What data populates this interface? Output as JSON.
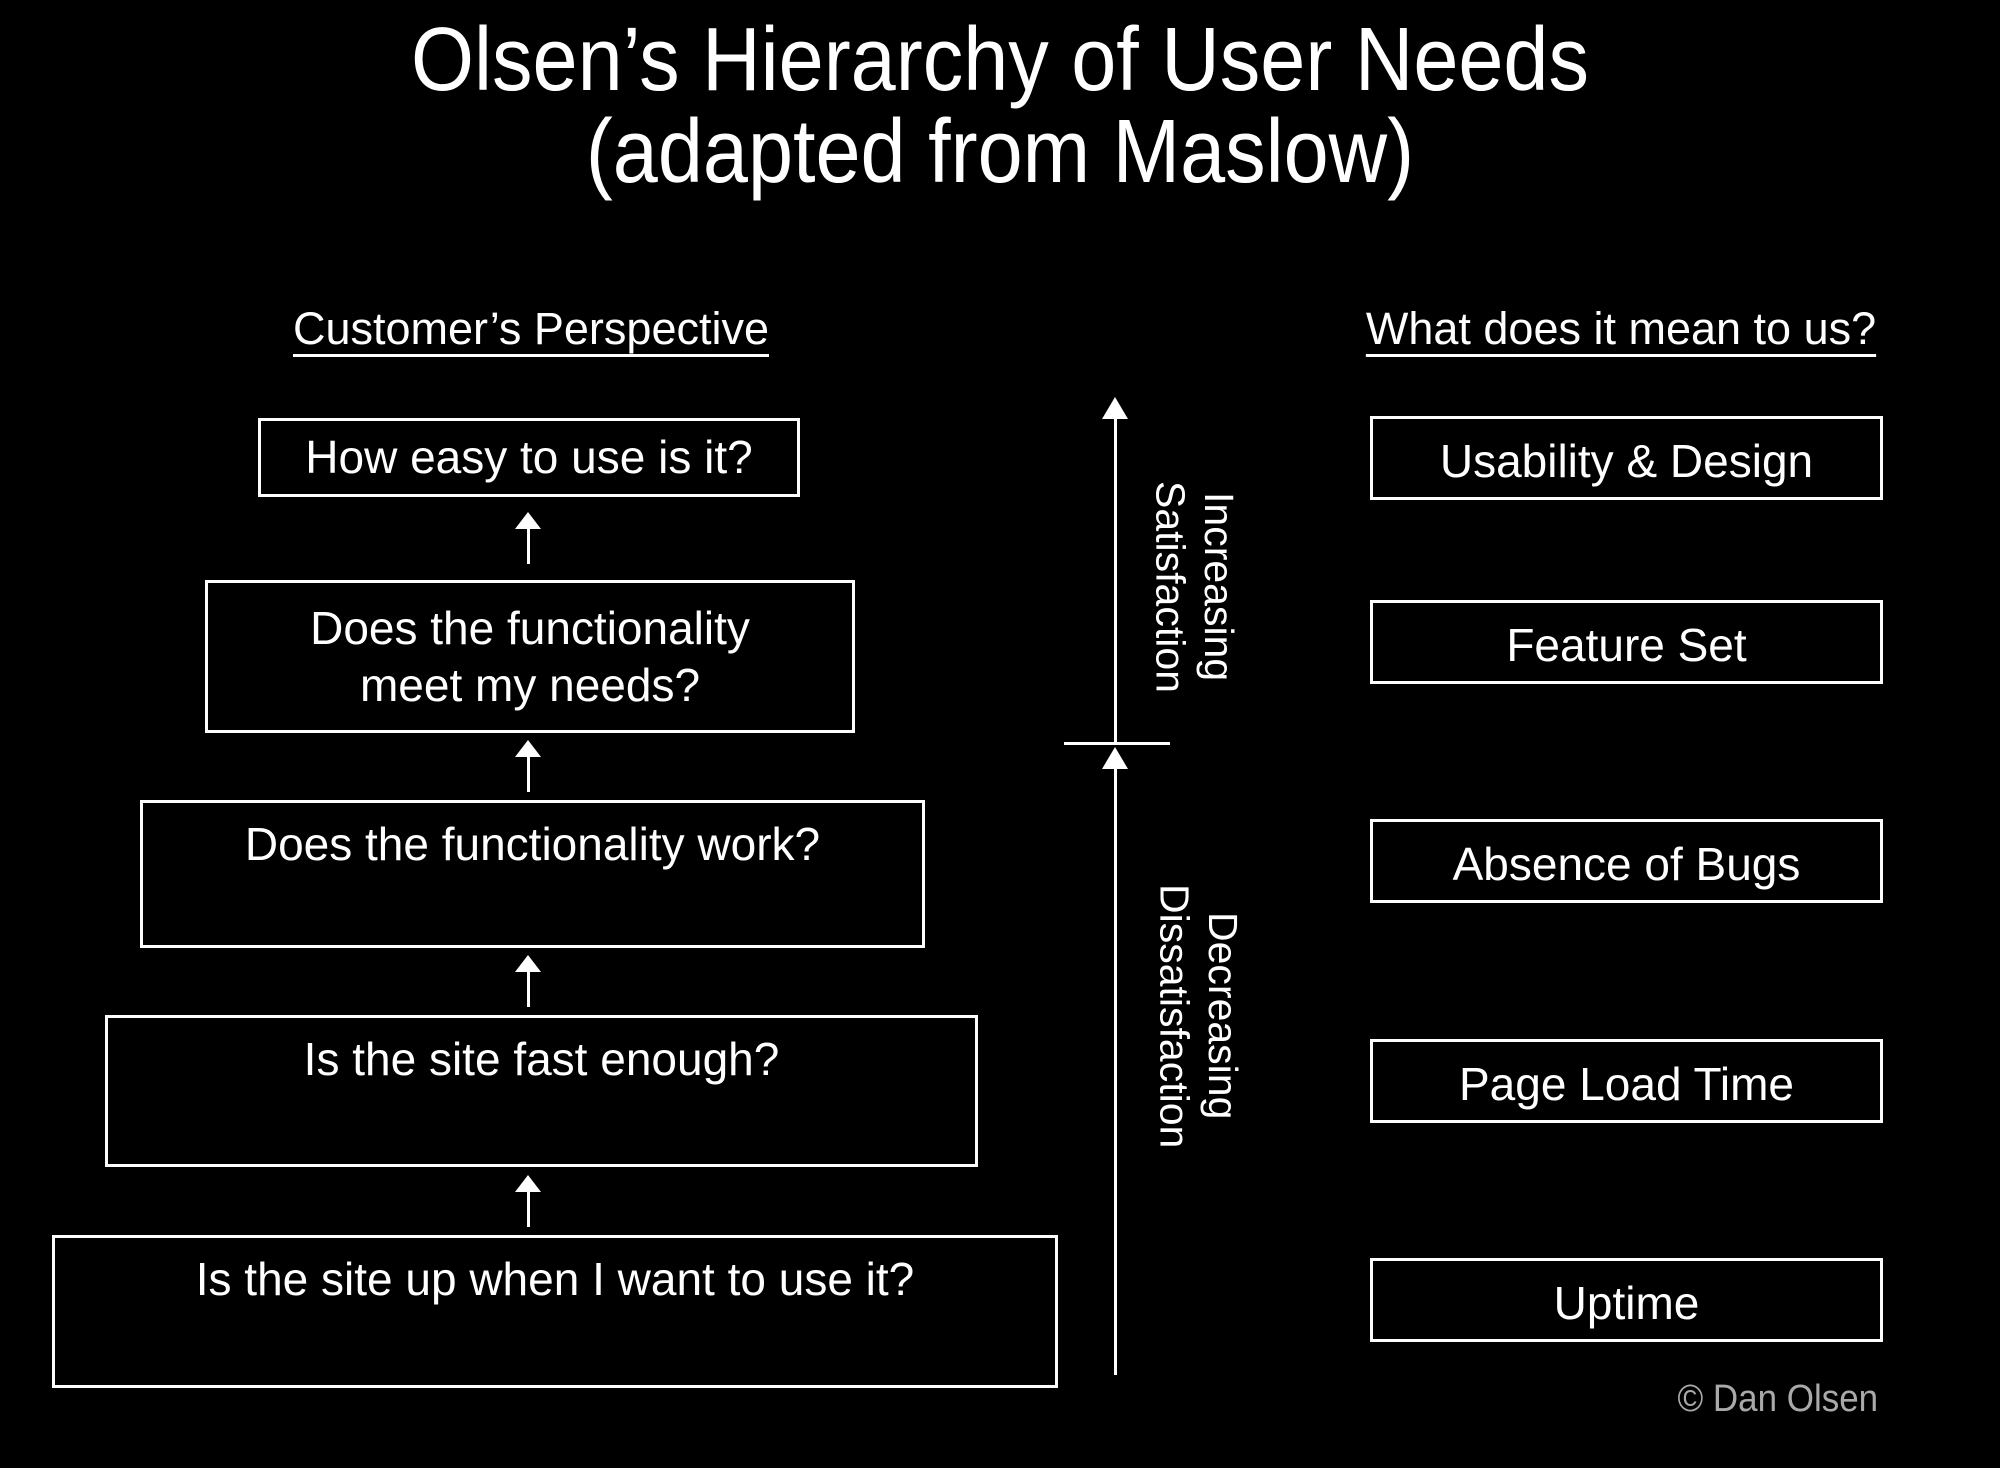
{
  "title": {
    "line1": "Olsen’s Hierarchy of User Needs",
    "line2": "(adapted from Maslow)"
  },
  "headers": {
    "left": "Customer’s Perspective",
    "right": "What does it mean to us?"
  },
  "left_column": {
    "boxes": [
      {
        "label": "How easy to use is it?"
      },
      {
        "label": "Does the functionality\nmeet my needs?"
      },
      {
        "label": "Does the functionality work?"
      },
      {
        "label": "Is the site fast enough?"
      },
      {
        "label": "Is the site up when I want to use it?"
      }
    ]
  },
  "right_column": {
    "boxes": [
      {
        "label": "Usability & Design"
      },
      {
        "label": "Feature Set"
      },
      {
        "label": "Absence of Bugs"
      },
      {
        "label": "Page Load Time"
      },
      {
        "label": "Uptime"
      }
    ]
  },
  "axis": {
    "top_label": "Increasing\nSatisfaction",
    "bottom_label": "Decreasing\nDissatisfaction"
  },
  "footer": {
    "copyright": "© Dan Olsen"
  },
  "colors": {
    "background": "#000000",
    "foreground": "#ffffff",
    "muted": "#a9a9a9"
  }
}
